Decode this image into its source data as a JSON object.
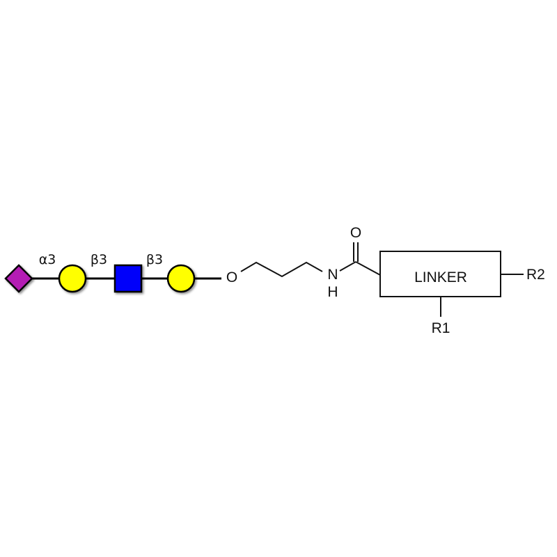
{
  "glycan": {
    "residues": [
      {
        "name": "sialic-acid",
        "shape": "diamond",
        "color": "#B41EB4"
      },
      {
        "name": "galactose",
        "shape": "circle",
        "color": "#FFFF00"
      },
      {
        "name": "n-acetylglucosamine",
        "shape": "square",
        "color": "#0000FA"
      },
      {
        "name": "galactose",
        "shape": "circle",
        "color": "#FFFF00"
      }
    ],
    "linkages": [
      "α3",
      "β3",
      "β3"
    ]
  },
  "spacer": {
    "oxygen": "O",
    "nitrogen": "N",
    "hydrogen": "H",
    "carbonyl_oxygen": "O"
  },
  "linker": {
    "label": "LINKER",
    "r1": "R1",
    "r2": "R2"
  }
}
